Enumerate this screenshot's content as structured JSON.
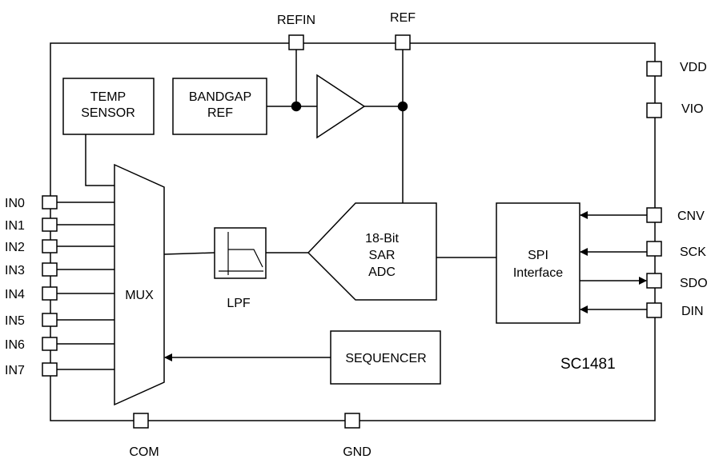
{
  "pins": {
    "refin": "REFIN",
    "ref": "REF",
    "vdd": "VDD",
    "vio": "VIO",
    "cnv": "CNV",
    "sck": "SCK",
    "sdo": "SDO",
    "din": "DIN",
    "com": "COM",
    "gnd": "GND",
    "inputs": [
      "IN0",
      "IN1",
      "IN2",
      "IN3",
      "IN4",
      "IN5",
      "IN6",
      "IN7"
    ]
  },
  "blocks": {
    "temp_sensor": [
      "TEMP",
      "SENSOR"
    ],
    "bandgap": [
      "BANDGAP",
      "REF"
    ],
    "mux": "MUX",
    "lpf": "LPF",
    "adc": [
      "18-Bit",
      "SAR",
      "ADC"
    ],
    "spi": [
      "SPI",
      "Interface"
    ],
    "sequencer": "SEQUENCER"
  },
  "chip_name": "SC1481"
}
